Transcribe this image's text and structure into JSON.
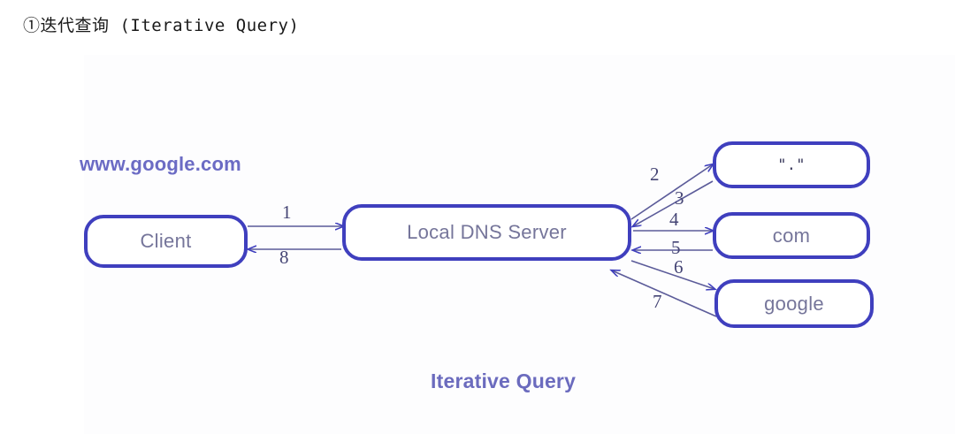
{
  "title": "①迭代查询 (Iterative Query)",
  "diagram": {
    "caption": "Iterative Query",
    "query_label": "www.google.com",
    "accent_color": "#3f3fbe",
    "node_text_color": "#75759a",
    "label_color": "#6b6bc4",
    "nodes": [
      {
        "id": "client",
        "label": "Client"
      },
      {
        "id": "local-dns",
        "label": "Local DNS Server"
      },
      {
        "id": "root",
        "label": "\".\""
      },
      {
        "id": "com",
        "label": "com"
      },
      {
        "id": "google",
        "label": "google"
      }
    ],
    "arrows": [
      {
        "number": "1",
        "from": "client",
        "to": "local-dns"
      },
      {
        "number": "2",
        "from": "local-dns",
        "to": "root"
      },
      {
        "number": "3",
        "from": "root",
        "to": "local-dns"
      },
      {
        "number": "4",
        "from": "local-dns",
        "to": "com"
      },
      {
        "number": "5",
        "from": "com",
        "to": "local-dns"
      },
      {
        "number": "6",
        "from": "local-dns",
        "to": "google"
      },
      {
        "number": "7",
        "from": "google",
        "to": "local-dns"
      },
      {
        "number": "8",
        "from": "local-dns",
        "to": "client"
      }
    ]
  }
}
